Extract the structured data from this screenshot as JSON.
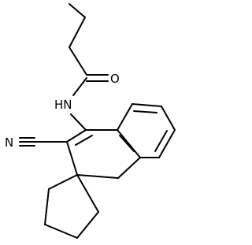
{
  "molecule": {
    "atom_labels": {
      "oxygen": "O",
      "amide_nitrogen": "HN",
      "nitrile_nitrogen": "N"
    }
  }
}
